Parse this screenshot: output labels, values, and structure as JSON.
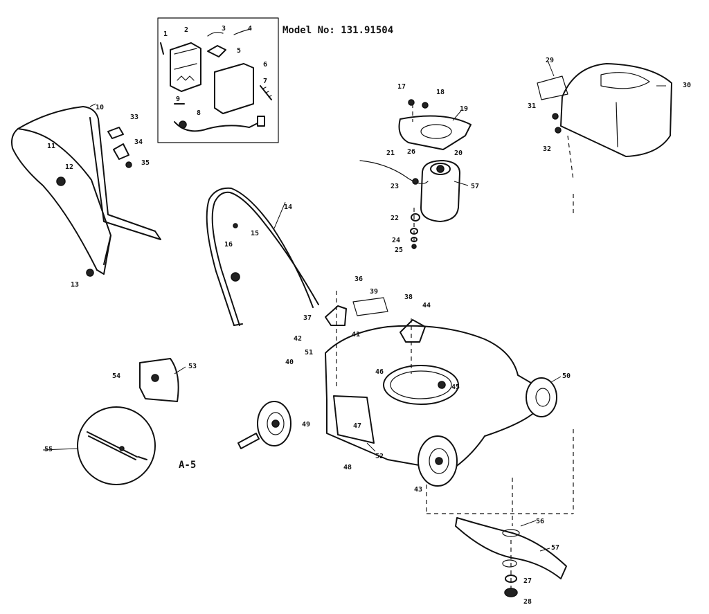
{
  "model_number": "Model No: 131.91504",
  "figure_code": "A-5",
  "part_labels": [
    "1",
    "2",
    "3",
    "4",
    "5",
    "6",
    "7",
    "8",
    "9",
    "10",
    "11",
    "12",
    "13",
    "14",
    "15",
    "16",
    "17",
    "18",
    "19",
    "20",
    "21",
    "22",
    "23",
    "24",
    "25",
    "26",
    "27",
    "28",
    "29",
    "30",
    "31",
    "32",
    "33",
    "34",
    "35",
    "36",
    "37",
    "38",
    "39",
    "40",
    "41",
    "42",
    "43",
    "44",
    "45",
    "46",
    "47",
    "48",
    "49",
    "50",
    "51",
    "52",
    "53",
    "54",
    "55",
    "56",
    "57"
  ]
}
